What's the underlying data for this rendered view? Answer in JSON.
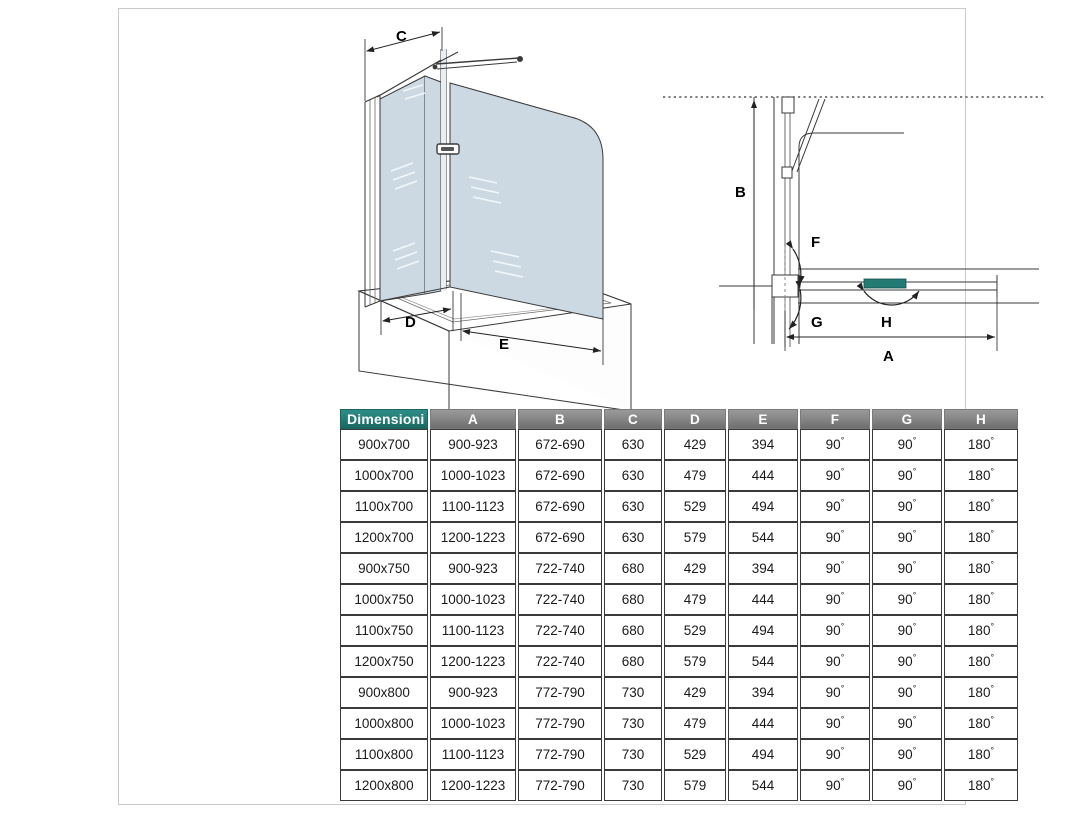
{
  "drawings": {
    "left": {
      "name": "bath-screen-isometric-view",
      "labels": {
        "c": "C",
        "d": "D",
        "e": "E"
      }
    },
    "right": {
      "name": "bath-screen-elevation-plan-view",
      "labels": {
        "b": "B",
        "f": "F",
        "g": "G",
        "h": "H",
        "a": "A"
      }
    }
  },
  "colors": {
    "teal_accent": "#237b75",
    "header_gray": "#8a8a8a",
    "glass_tint": "#ccd9e3",
    "line_dark": "#3a3a3a"
  },
  "table": {
    "headers": [
      "Dimensioni",
      "A",
      "B",
      "C",
      "D",
      "E",
      "F",
      "G",
      "H"
    ],
    "rows": [
      {
        "dimensioni": "900x700",
        "a": "900-923",
        "b": "672-690",
        "c": "630",
        "d": "429",
        "e": "394",
        "f": "90",
        "g": "90",
        "h": "180"
      },
      {
        "dimensioni": "1000x700",
        "a": "1000-1023",
        "b": "672-690",
        "c": "630",
        "d": "479",
        "e": "444",
        "f": "90",
        "g": "90",
        "h": "180"
      },
      {
        "dimensioni": "1100x700",
        "a": "1100-1123",
        "b": "672-690",
        "c": "630",
        "d": "529",
        "e": "494",
        "f": "90",
        "g": "90",
        "h": "180"
      },
      {
        "dimensioni": "1200x700",
        "a": "1200-1223",
        "b": "672-690",
        "c": "630",
        "d": "579",
        "e": "544",
        "f": "90",
        "g": "90",
        "h": "180"
      },
      {
        "dimensioni": "900x750",
        "a": "900-923",
        "b": "722-740",
        "c": "680",
        "d": "429",
        "e": "394",
        "f": "90",
        "g": "90",
        "h": "180"
      },
      {
        "dimensioni": "1000x750",
        "a": "1000-1023",
        "b": "722-740",
        "c": "680",
        "d": "479",
        "e": "444",
        "f": "90",
        "g": "90",
        "h": "180"
      },
      {
        "dimensioni": "1100x750",
        "a": "1100-1123",
        "b": "722-740",
        "c": "680",
        "d": "529",
        "e": "494",
        "f": "90",
        "g": "90",
        "h": "180"
      },
      {
        "dimensioni": "1200x750",
        "a": "1200-1223",
        "b": "722-740",
        "c": "680",
        "d": "579",
        "e": "544",
        "f": "90",
        "g": "90",
        "h": "180"
      },
      {
        "dimensioni": "900x800",
        "a": "900-923",
        "b": "772-790",
        "c": "730",
        "d": "429",
        "e": "394",
        "f": "90",
        "g": "90",
        "h": "180"
      },
      {
        "dimensioni": "1000x800",
        "a": "1000-1023",
        "b": "772-790",
        "c": "730",
        "d": "479",
        "e": "444",
        "f": "90",
        "g": "90",
        "h": "180"
      },
      {
        "dimensioni": "1100x800",
        "a": "1100-1123",
        "b": "772-790",
        "c": "730",
        "d": "529",
        "e": "494",
        "f": "90",
        "g": "90",
        "h": "180"
      },
      {
        "dimensioni": "1200x800",
        "a": "1200-1223",
        "b": "772-790",
        "c": "730",
        "d": "579",
        "e": "544",
        "f": "90",
        "g": "90",
        "h": "180"
      }
    ],
    "degree_symbol": "°"
  }
}
